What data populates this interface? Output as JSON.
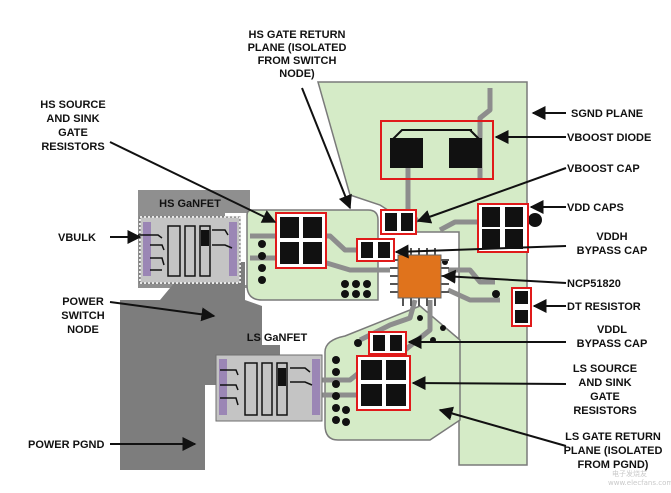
{
  "colors": {
    "board": "#d5ebc7",
    "board_edge": "#7a7a7a",
    "trace": "#8d8d8d",
    "copper_dark": "#7b7b7b",
    "label_box": "#e01a1a",
    "gan_body": "#c4c4c4",
    "gan_pins": "#9b86b5",
    "driver": "#e0731c",
    "arrow": "#111111"
  },
  "labels": {
    "hs_gate_return": [
      "HS GATE RETURN",
      "PLANE (ISOLATED",
      "FROM SWITCH",
      "NODE)"
    ],
    "hs_source_sink": [
      "HS SOURCE",
      "AND SINK",
      "GATE",
      "RESISTORS"
    ],
    "hs_ganfet": "HS GaNFET",
    "vbulk": "VBULK",
    "power_switch_node": [
      "POWER",
      "SWITCH",
      "NODE"
    ],
    "ls_ganfet": "LS GaNFET",
    "power_pgnd": "POWER PGND",
    "sgnd_plane": "SGND PLANE",
    "vboost_diode": "VBOOST DIODE",
    "vboost_cap": "VBOOST CAP",
    "vdd_caps": "VDD CAPS",
    "vddh_bypass": [
      "VDDH",
      "BYPASS CAP"
    ],
    "ncp51820": "NCP51820",
    "dt_resistor": "DT RESISTOR",
    "vddl_bypass": [
      "VDDL",
      "BYPASS CAP"
    ],
    "ls_source_sink": [
      "LS SOURCE",
      "AND SINK",
      "GATE",
      "RESISTORS"
    ],
    "ls_gate_return": [
      "LS GATE RETURN",
      "PLANE (ISOLATED",
      "FROM PGND)"
    ],
    "watermark_top": "电子发烧友",
    "watermark_bottom": "www.elecfans.com"
  }
}
